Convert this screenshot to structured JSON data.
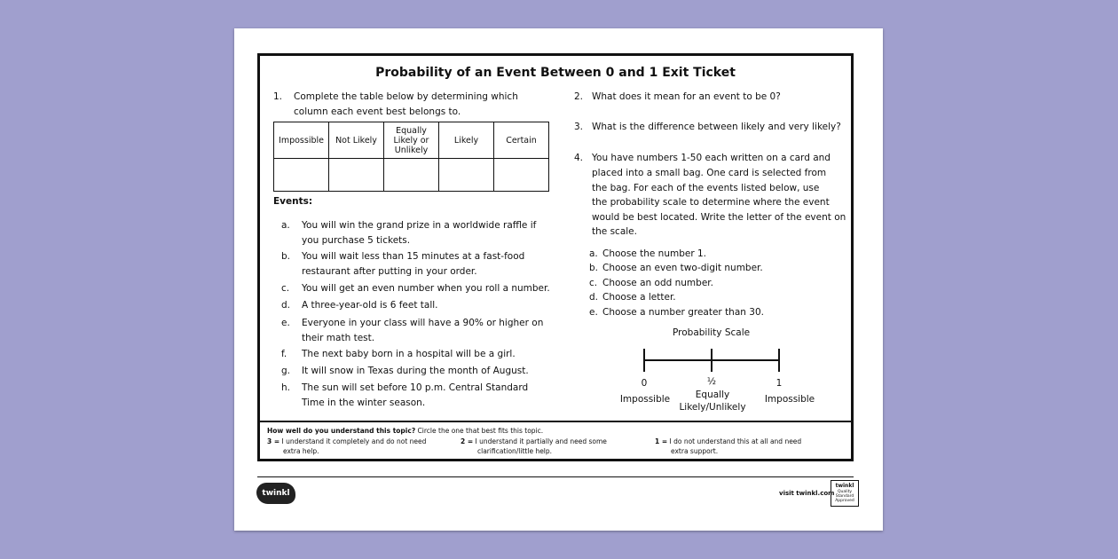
{
  "title": "Probability of an Event Between 0 and 1 Exit Ticket",
  "q1": {
    "number": "1.",
    "lines": [
      "Complete the table below by determining which",
      "column each event best belongs to."
    ],
    "columns": [
      "Impossible",
      "Not Likely",
      "Equally Likely or Unlikely",
      "Likely",
      "Certain"
    ],
    "columns_display": [
      "Impossible",
      "Not Likely",
      "Equally\nLikely\nor Unlikely",
      "Likely",
      "Certain"
    ]
  },
  "events": {
    "title": "Events:",
    "items": [
      {
        "letter": "a.",
        "text": "You will win the grand prize in a worldwide raffle if you purchase 5 tickets."
      },
      {
        "letter": "b.",
        "text": "You will wait less than 15 minutes at a fast-food restaurant after putting in your order."
      },
      {
        "letter": "c.",
        "text": "You will get an even number when you roll a number."
      },
      {
        "letter": "d.",
        "text": "A three-year-old is 6 feet tall."
      },
      {
        "letter": "e.",
        "text": "Everyone in your class will have a 90% or higher on their math test."
      },
      {
        "letter": "f.",
        "text": "The next baby born in a hospital will be a girl."
      },
      {
        "letter": "g.",
        "text": "It will snow in Texas during the month of August."
      },
      {
        "letter": "h.",
        "text": "The sun will set before 10 p.m. Central Standard Time in the winter season."
      }
    ]
  },
  "q2": {
    "number": "2.",
    "text": "What does it mean for an event to be 0?"
  },
  "q3": {
    "number": "3.",
    "text": "What is the difference between likely and very likely?"
  },
  "q4": {
    "number": "4.",
    "lines": [
      "You have numbers 1-50 each written on a card and",
      "placed into a small bag. One card is selected from",
      "the bag. For each of the events listed below, use",
      "the probability scale to determine where the event",
      "would be best located. Write the letter of the event on",
      "the scale."
    ],
    "items": [
      {
        "letter": "a.",
        "text": "Choose the number 1."
      },
      {
        "letter": "b.",
        "text": "Choose an even two-digit number."
      },
      {
        "letter": "c.",
        "text": "Choose an odd number."
      },
      {
        "letter": "d.",
        "text": "Choose a letter."
      },
      {
        "letter": "e.",
        "text": "Choose a number greater than 30."
      }
    ]
  },
  "scale": {
    "title": "Probability Scale",
    "zero": "0",
    "half": "½",
    "one": "1",
    "label_left": "Impossible",
    "label_mid_1": "Equally",
    "label_mid_2": "Likely/Unlikely",
    "label_right": "Impossible"
  },
  "footer": {
    "prompt_bold": "How well do you understand this topic?",
    "prompt_rest": " Circle the one that best fits this topic.",
    "opt3_num": "3 =",
    "opt3_line1": " I understand it completely and do not need",
    "opt3_line2": "extra help.",
    "opt2_num": "2 =",
    "opt2_line1": " I understand it partially and need some",
    "opt2_line2": "clarification/little help.",
    "opt1_num": "1 =",
    "opt1_line1": " I do not understand this at all and need",
    "opt1_line2": "extra support."
  },
  "brand": {
    "logo": "twinkl",
    "visit": "visit twinkl.com",
    "badge_1": "twinkl",
    "badge_2": "Quality Standard Approved"
  }
}
